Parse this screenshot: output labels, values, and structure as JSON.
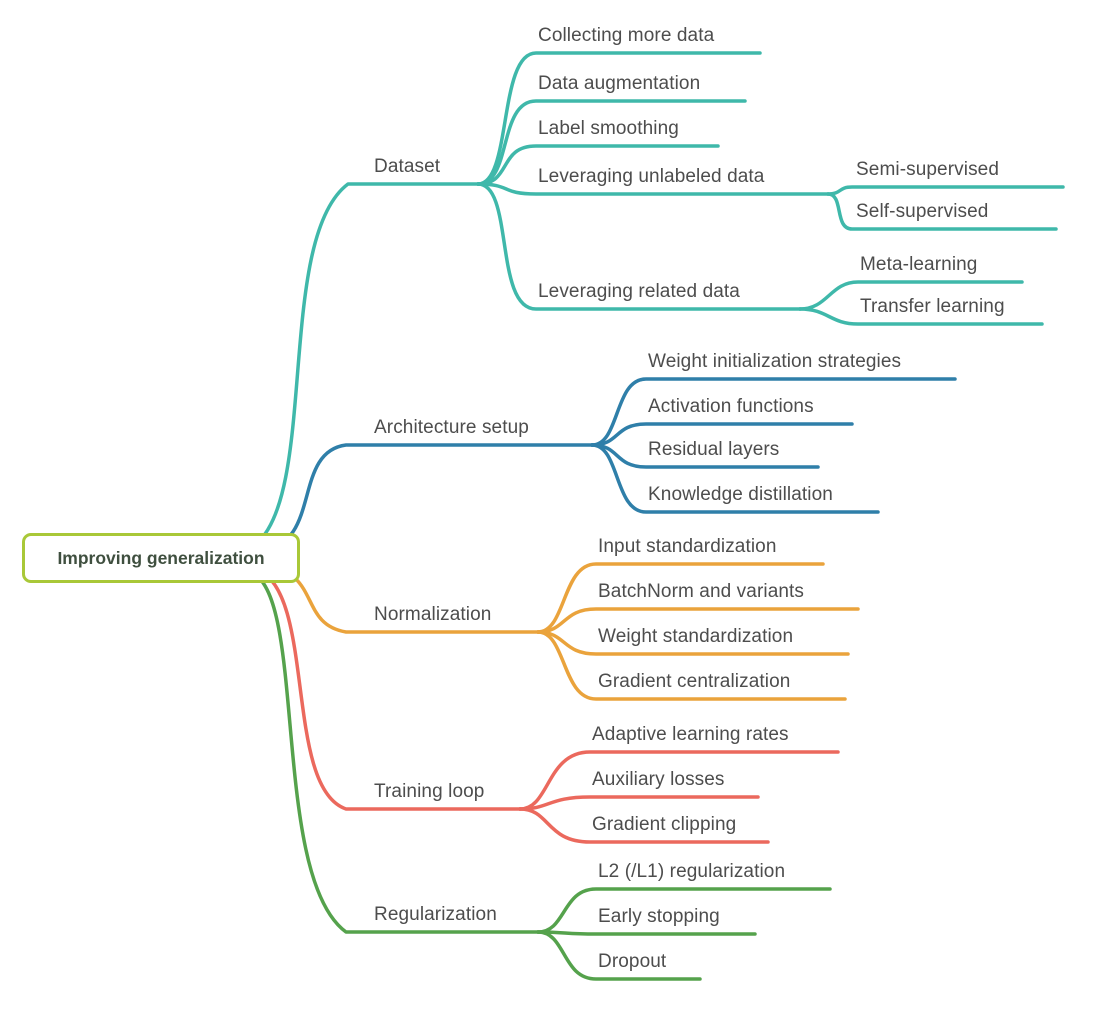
{
  "root": {
    "label": "Improving generalization",
    "border_color": "#a9c838",
    "text_color": "#3f4f3f"
  },
  "text_color": "#4d4d4d",
  "branches": [
    {
      "label": "Dataset",
      "color": "#3fb8aa",
      "children": [
        {
          "label": "Collecting more data"
        },
        {
          "label": "Data augmentation"
        },
        {
          "label": "Label smoothing"
        },
        {
          "label": "Leveraging unlabeled data",
          "children": [
            {
              "label": "Semi-supervised"
            },
            {
              "label": "Self-supervised"
            }
          ]
        },
        {
          "label": "Leveraging related data",
          "children": [
            {
              "label": "Meta-learning"
            },
            {
              "label": "Transfer learning"
            }
          ]
        }
      ]
    },
    {
      "label": "Architecture setup",
      "color": "#2f7fa9",
      "children": [
        {
          "label": "Weight initialization strategies"
        },
        {
          "label": "Activation functions"
        },
        {
          "label": "Residual layers"
        },
        {
          "label": "Knowledge distillation"
        }
      ]
    },
    {
      "label": "Normalization",
      "color": "#eaa33c",
      "children": [
        {
          "label": "Input standardization"
        },
        {
          "label": "BatchNorm and variants"
        },
        {
          "label": "Weight standardization"
        },
        {
          "label": "Gradient centralization"
        }
      ]
    },
    {
      "label": "Training loop",
      "color": "#eb695d",
      "children": [
        {
          "label": "Adaptive learning rates"
        },
        {
          "label": "Auxiliary losses"
        },
        {
          "label": "Gradient clipping"
        }
      ]
    },
    {
      "label": "Regularization",
      "color": "#55a24c",
      "children": [
        {
          "label": "L2 (/L1) regularization"
        },
        {
          "label": "Early stopping"
        },
        {
          "label": "Dropout"
        }
      ]
    }
  ]
}
